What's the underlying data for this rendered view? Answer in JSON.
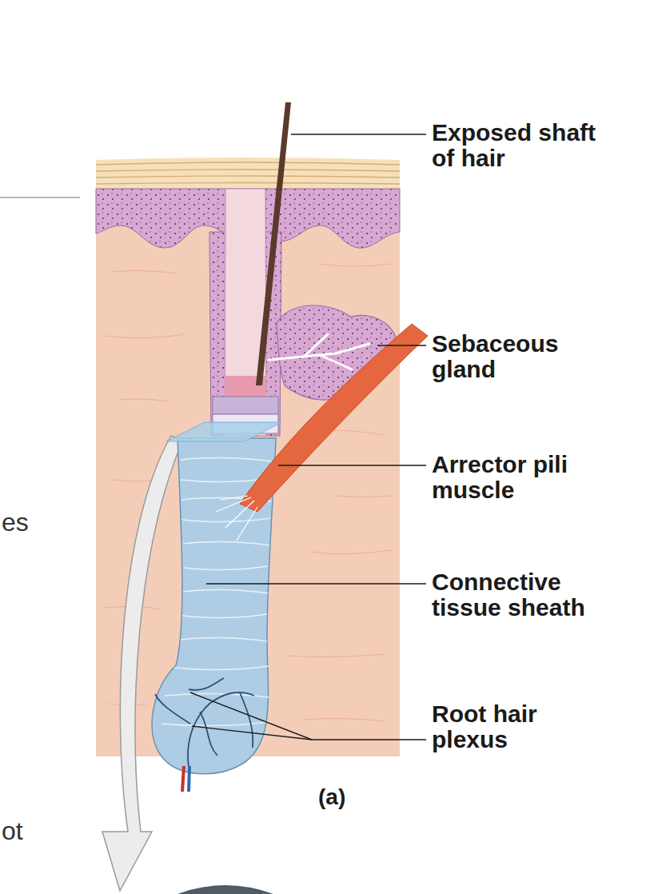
{
  "diagram": {
    "labels": [
      "Exposed shaft of hair",
      "Sebaceous gland",
      "Arrector pili muscle",
      "Connective tissue sheath",
      "Root hair plexus",
      "(a)",
      "es",
      "ot"
    ]
  }
}
